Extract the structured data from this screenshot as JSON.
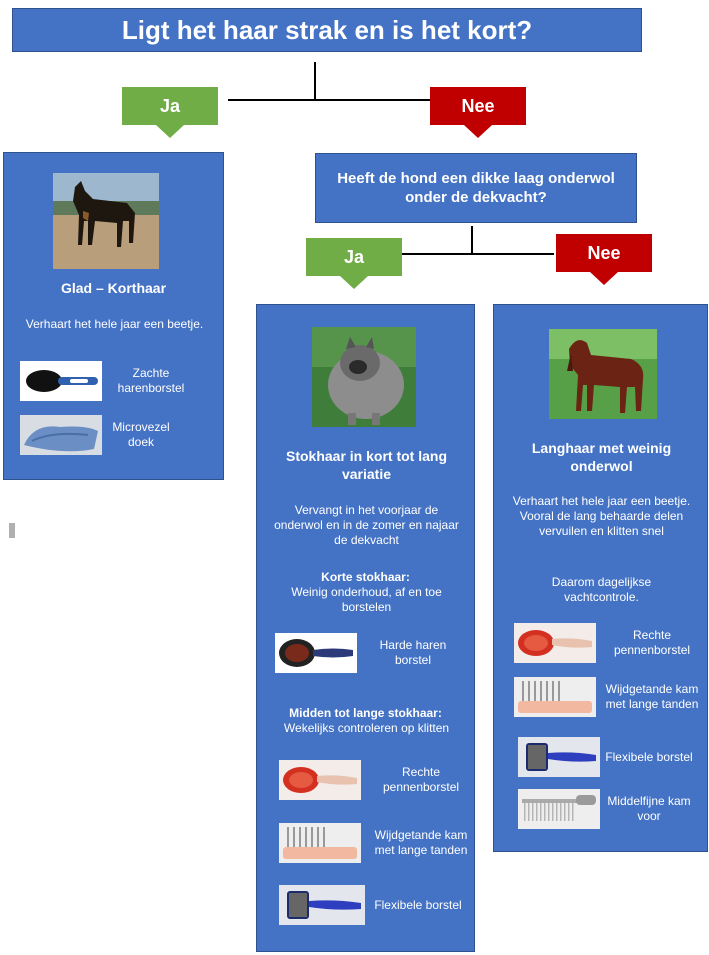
{
  "title": "Ligt het haar strak en is het kort?",
  "question2": "Heeft de hond een dikke laag onderwol onder de dekvacht?",
  "labels": {
    "yes1": "Ja",
    "no1": "Nee",
    "yes2": "Ja",
    "no2": "Nee"
  },
  "colors": {
    "box": "#4472c4",
    "yes": "#70ad47",
    "no": "#c00000"
  },
  "panel_left": {
    "title": "Glad – Korthaar",
    "text": "Verhaart het hele jaar een beetje.",
    "tools": [
      {
        "label": "Zachte harenborstel",
        "icon": "soft-brush-icon"
      },
      {
        "label": "Microvezel doek",
        "icon": "microfiber-cloth-icon"
      }
    ]
  },
  "panel_mid": {
    "title": "Stokhaar in kort tot lang variatie",
    "text": "Vervangt in het voorjaar de onderwol en in de zomer en najaar de dekvacht",
    "section1_title": "Korte stokhaar:",
    "section1_text": "Weinig onderhoud, af en toe borstelen",
    "tool1": "Harde haren borstel",
    "section2_title": "Midden tot lange stokhaar:",
    "section2_text": "Wekelijks controleren op klitten",
    "tools2": [
      {
        "label": "Rechte pennenborstel",
        "icon": "pin-brush-icon"
      },
      {
        "label": "Wijdgetande kam met lange tanden",
        "icon": "wide-comb-icon"
      },
      {
        "label": "Flexibele borstel",
        "icon": "slicker-brush-icon"
      }
    ]
  },
  "panel_right": {
    "title": "Langhaar met weinig onderwol",
    "text": "Verhaart het hele jaar een beetje. Vooral de lang behaarde delen vervuilen en klitten snel",
    "text2": "Daarom dagelijkse vachtcontrole.",
    "tools": [
      {
        "label": "Rechte pennenborstel",
        "icon": "pin-brush-icon"
      },
      {
        "label": "Wijdgetande kam met lange tanden",
        "icon": "wide-comb-icon"
      },
      {
        "label": "Flexibele borstel",
        "icon": "slicker-brush-icon"
      },
      {
        "label": "Middelfijne kam voor",
        "icon": "fine-comb-icon"
      }
    ]
  }
}
